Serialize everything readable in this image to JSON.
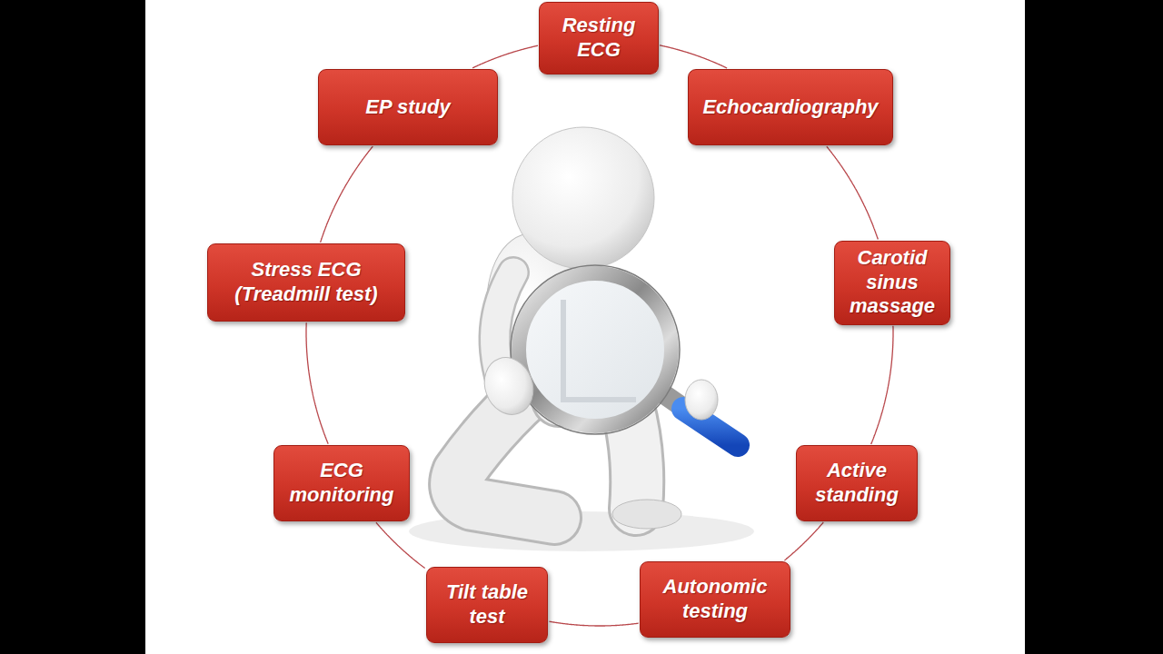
{
  "diagram": {
    "nodes": [
      {
        "text": [
          "Resting ECG"
        ]
      },
      {
        "text": [
          "Echocardiography"
        ]
      },
      {
        "text": [
          "Carotid sinus massage"
        ]
      },
      {
        "text": [
          "Active standing"
        ]
      },
      {
        "text": [
          "Autonomic testing"
        ]
      },
      {
        "text": [
          "Tilt table test"
        ]
      },
      {
        "text": [
          "ECG monitoring"
        ]
      },
      {
        "text": [
          "Stress ECG (Treadmill test)"
        ]
      },
      {
        "text": [
          "EP study"
        ]
      }
    ],
    "edges": [
      {
        "from": 0,
        "to": 1,
        "arrow": "none"
      },
      {
        "from": 1,
        "to": 2,
        "arrow": "none"
      },
      {
        "from": 2,
        "to": 3,
        "arrow": "none"
      },
      {
        "from": 3,
        "to": 4,
        "arrow": "none"
      },
      {
        "from": 4,
        "to": 5,
        "arrow": "none"
      },
      {
        "from": 5,
        "to": 6,
        "arrow": "none"
      },
      {
        "from": 6,
        "to": 7,
        "arrow": "none"
      },
      {
        "from": 7,
        "to": 8,
        "arrow": "none"
      },
      {
        "from": 8,
        "to": 0,
        "arrow": "none"
      }
    ]
  }
}
